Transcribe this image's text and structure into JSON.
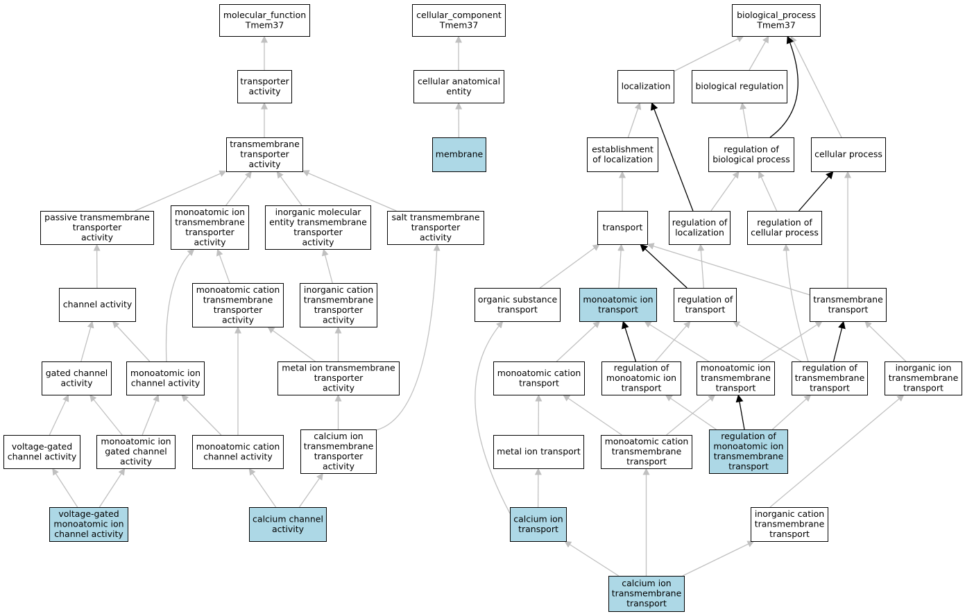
{
  "colors": {
    "node_fill": "#ffffff",
    "highlight_fill": "#add8e6",
    "node_stroke": "#000000",
    "edge_gray": "#c0c0c0",
    "edge_black": "#000000"
  },
  "nodes": [
    {
      "id": "mf",
      "lines": [
        "molecular_function",
        "Tmem37"
      ],
      "highlight": false
    },
    {
      "id": "ta",
      "lines": [
        "transporter",
        "activity"
      ],
      "highlight": false
    },
    {
      "id": "tta",
      "lines": [
        "transmembrane",
        "transporter",
        "activity"
      ],
      "highlight": false
    },
    {
      "id": "ptt",
      "lines": [
        "passive transmembrane",
        "transporter",
        "activity"
      ],
      "highlight": false
    },
    {
      "id": "mitt",
      "lines": [
        "monoatomic ion",
        "transmembrane",
        "transporter",
        "activity"
      ],
      "highlight": false
    },
    {
      "id": "imett",
      "lines": [
        "inorganic molecular",
        "entity transmembrane",
        "transporter",
        "activity"
      ],
      "highlight": false
    },
    {
      "id": "stt",
      "lines": [
        "salt transmembrane",
        "transporter",
        "activity"
      ],
      "highlight": false
    },
    {
      "id": "ca",
      "lines": [
        "channel activity"
      ],
      "highlight": false
    },
    {
      "id": "mctt",
      "lines": [
        "monoatomic cation",
        "transmembrane",
        "transporter",
        "activity"
      ],
      "highlight": false
    },
    {
      "id": "ictt",
      "lines": [
        "inorganic cation",
        "transmembrane",
        "transporter",
        "activity"
      ],
      "highlight": false
    },
    {
      "id": "gca",
      "lines": [
        "gated channel",
        "activity"
      ],
      "highlight": false
    },
    {
      "id": "mica",
      "lines": [
        "monoatomic ion",
        "channel activity"
      ],
      "highlight": false
    },
    {
      "id": "mitta",
      "lines": [
        "metal ion transmembrane",
        "transporter",
        "activity"
      ],
      "highlight": false
    },
    {
      "id": "vgca",
      "lines": [
        "voltage-gated",
        "channel activity"
      ],
      "highlight": false
    },
    {
      "id": "migca",
      "lines": [
        "monoatomic ion",
        "gated channel",
        "activity"
      ],
      "highlight": false
    },
    {
      "id": "mcca",
      "lines": [
        "monoatomic cation",
        "channel activity"
      ],
      "highlight": false
    },
    {
      "id": "citt",
      "lines": [
        "calcium ion",
        "transmembrane",
        "transporter",
        "activity"
      ],
      "highlight": false
    },
    {
      "id": "vgmica",
      "lines": [
        "voltage-gated",
        "monoatomic ion",
        "channel activity"
      ],
      "highlight": true
    },
    {
      "id": "cca",
      "lines": [
        "calcium channel",
        "activity"
      ],
      "highlight": true
    },
    {
      "id": "cc",
      "lines": [
        "cellular_component",
        "Tmem37"
      ],
      "highlight": false
    },
    {
      "id": "cae",
      "lines": [
        "cellular anatomical",
        "entity"
      ],
      "highlight": false
    },
    {
      "id": "mem",
      "lines": [
        "membrane"
      ],
      "highlight": true
    },
    {
      "id": "bp",
      "lines": [
        "biological_process",
        "Tmem37"
      ],
      "highlight": false
    },
    {
      "id": "loc",
      "lines": [
        "localization"
      ],
      "highlight": false
    },
    {
      "id": "breg",
      "lines": [
        "biological regulation"
      ],
      "highlight": false
    },
    {
      "id": "eol",
      "lines": [
        "establishment",
        "of localization"
      ],
      "highlight": false
    },
    {
      "id": "rbp",
      "lines": [
        "regulation of",
        "biological process"
      ],
      "highlight": false
    },
    {
      "id": "cp",
      "lines": [
        "cellular process"
      ],
      "highlight": false
    },
    {
      "id": "tr",
      "lines": [
        "transport"
      ],
      "highlight": false
    },
    {
      "id": "rol",
      "lines": [
        "regulation of",
        "localization"
      ],
      "highlight": false
    },
    {
      "id": "rcp",
      "lines": [
        "regulation of",
        "cellular process"
      ],
      "highlight": false
    },
    {
      "id": "ost",
      "lines": [
        "organic substance",
        "transport"
      ],
      "highlight": false
    },
    {
      "id": "mit",
      "lines": [
        "monoatomic ion",
        "transport"
      ],
      "highlight": true
    },
    {
      "id": "rot",
      "lines": [
        "regulation of",
        "transport"
      ],
      "highlight": false
    },
    {
      "id": "tmt",
      "lines": [
        "transmembrane",
        "transport"
      ],
      "highlight": false
    },
    {
      "id": "mct",
      "lines": [
        "monoatomic cation",
        "transport"
      ],
      "highlight": false
    },
    {
      "id": "romit",
      "lines": [
        "regulation of",
        "monoatomic ion",
        "transport"
      ],
      "highlight": false
    },
    {
      "id": "mitmt",
      "lines": [
        "monoatomic ion",
        "transmembrane",
        "transport"
      ],
      "highlight": false
    },
    {
      "id": "rotmt",
      "lines": [
        "regulation of",
        "transmembrane",
        "transport"
      ],
      "highlight": false
    },
    {
      "id": "iitmt",
      "lines": [
        "inorganic ion",
        "transmembrane",
        "transport"
      ],
      "highlight": false
    },
    {
      "id": "mett",
      "lines": [
        "metal ion transport"
      ],
      "highlight": false
    },
    {
      "id": "mctmt",
      "lines": [
        "monoatomic cation",
        "transmembrane",
        "transport"
      ],
      "highlight": false
    },
    {
      "id": "romitmt",
      "lines": [
        "regulation of",
        "monoatomic ion",
        "transmembrane",
        "transport"
      ],
      "highlight": true
    },
    {
      "id": "cait",
      "lines": [
        "calcium ion",
        "transport"
      ],
      "highlight": true
    },
    {
      "id": "ictmt",
      "lines": [
        "inorganic cation",
        "transmembrane",
        "transport"
      ],
      "highlight": false
    },
    {
      "id": "caitmt",
      "lines": [
        "calcium ion",
        "transmembrane",
        "transport"
      ],
      "highlight": true
    }
  ],
  "edges": [
    {
      "from": "ta",
      "to": "mf",
      "kind": "gray"
    },
    {
      "from": "tta",
      "to": "ta",
      "kind": "gray"
    },
    {
      "from": "ptt",
      "to": "tta",
      "kind": "gray"
    },
    {
      "from": "mitt",
      "to": "tta",
      "kind": "gray"
    },
    {
      "from": "imett",
      "to": "tta",
      "kind": "gray"
    },
    {
      "from": "stt",
      "to": "tta",
      "kind": "gray"
    },
    {
      "from": "ca",
      "to": "ptt",
      "kind": "gray"
    },
    {
      "from": "mctt",
      "to": "mitt",
      "kind": "gray"
    },
    {
      "from": "ictt",
      "to": "imett",
      "kind": "gray"
    },
    {
      "from": "gca",
      "to": "ca",
      "kind": "gray"
    },
    {
      "from": "mica",
      "to": "ca",
      "kind": "gray"
    },
    {
      "from": "mica",
      "to": "mitt",
      "kind": "gray"
    },
    {
      "from": "mitta",
      "to": "mctt",
      "kind": "gray"
    },
    {
      "from": "mitta",
      "to": "ictt",
      "kind": "gray"
    },
    {
      "from": "vgca",
      "to": "gca",
      "kind": "gray"
    },
    {
      "from": "migca",
      "to": "gca",
      "kind": "gray"
    },
    {
      "from": "migca",
      "to": "mica",
      "kind": "gray"
    },
    {
      "from": "mcca",
      "to": "mica",
      "kind": "gray"
    },
    {
      "from": "mcca",
      "to": "mctt",
      "kind": "gray"
    },
    {
      "from": "citt",
      "to": "mitta",
      "kind": "gray"
    },
    {
      "from": "citt",
      "to": "stt",
      "kind": "gray"
    },
    {
      "from": "vgmica",
      "to": "vgca",
      "kind": "gray"
    },
    {
      "from": "vgmica",
      "to": "migca",
      "kind": "gray"
    },
    {
      "from": "cca",
      "to": "mcca",
      "kind": "gray"
    },
    {
      "from": "cca",
      "to": "citt",
      "kind": "gray"
    },
    {
      "from": "cae",
      "to": "cc",
      "kind": "gray"
    },
    {
      "from": "mem",
      "to": "cae",
      "kind": "gray"
    },
    {
      "from": "loc",
      "to": "bp",
      "kind": "gray"
    },
    {
      "from": "breg",
      "to": "bp",
      "kind": "gray"
    },
    {
      "from": "cp",
      "to": "bp",
      "kind": "gray"
    },
    {
      "from": "rbp",
      "to": "bp",
      "kind": "black"
    },
    {
      "from": "eol",
      "to": "loc",
      "kind": "gray"
    },
    {
      "from": "rbp",
      "to": "breg",
      "kind": "gray"
    },
    {
      "from": "rol",
      "to": "loc",
      "kind": "black"
    },
    {
      "from": "rol",
      "to": "rbp",
      "kind": "gray"
    },
    {
      "from": "rcp",
      "to": "rbp",
      "kind": "gray"
    },
    {
      "from": "rcp",
      "to": "cp",
      "kind": "black"
    },
    {
      "from": "tr",
      "to": "eol",
      "kind": "gray"
    },
    {
      "from": "ost",
      "to": "tr",
      "kind": "gray"
    },
    {
      "from": "mit",
      "to": "tr",
      "kind": "gray"
    },
    {
      "from": "rot",
      "to": "tr",
      "kind": "black"
    },
    {
      "from": "tmt",
      "to": "tr",
      "kind": "gray"
    },
    {
      "from": "rot",
      "to": "rol",
      "kind": "gray"
    },
    {
      "from": "tmt",
      "to": "cp",
      "kind": "gray"
    },
    {
      "from": "mct",
      "to": "mit",
      "kind": "gray"
    },
    {
      "from": "romit",
      "to": "mit",
      "kind": "black"
    },
    {
      "from": "romit",
      "to": "rot",
      "kind": "gray"
    },
    {
      "from": "mitmt",
      "to": "mit",
      "kind": "gray"
    },
    {
      "from": "mitmt",
      "to": "tmt",
      "kind": "gray"
    },
    {
      "from": "rotmt",
      "to": "rot",
      "kind": "gray"
    },
    {
      "from": "rotmt",
      "to": "tmt",
      "kind": "black"
    },
    {
      "from": "rotmt",
      "to": "rcp",
      "kind": "gray"
    },
    {
      "from": "iitmt",
      "to": "tmt",
      "kind": "gray"
    },
    {
      "from": "mett",
      "to": "mct",
      "kind": "gray"
    },
    {
      "from": "mctmt",
      "to": "mct",
      "kind": "gray"
    },
    {
      "from": "mctmt",
      "to": "mitmt",
      "kind": "gray"
    },
    {
      "from": "romitmt",
      "to": "romit",
      "kind": "gray"
    },
    {
      "from": "romitmt",
      "to": "mitmt",
      "kind": "black"
    },
    {
      "from": "romitmt",
      "to": "rotmt",
      "kind": "gray"
    },
    {
      "from": "cait",
      "to": "mett",
      "kind": "gray"
    },
    {
      "from": "cait",
      "to": "ost",
      "kind": "gray"
    },
    {
      "from": "ictmt",
      "to": "iitmt",
      "kind": "gray"
    },
    {
      "from": "caitmt",
      "to": "cait",
      "kind": "gray"
    },
    {
      "from": "caitmt",
      "to": "mctmt",
      "kind": "gray"
    },
    {
      "from": "caitmt",
      "to": "ictmt",
      "kind": "gray"
    }
  ]
}
